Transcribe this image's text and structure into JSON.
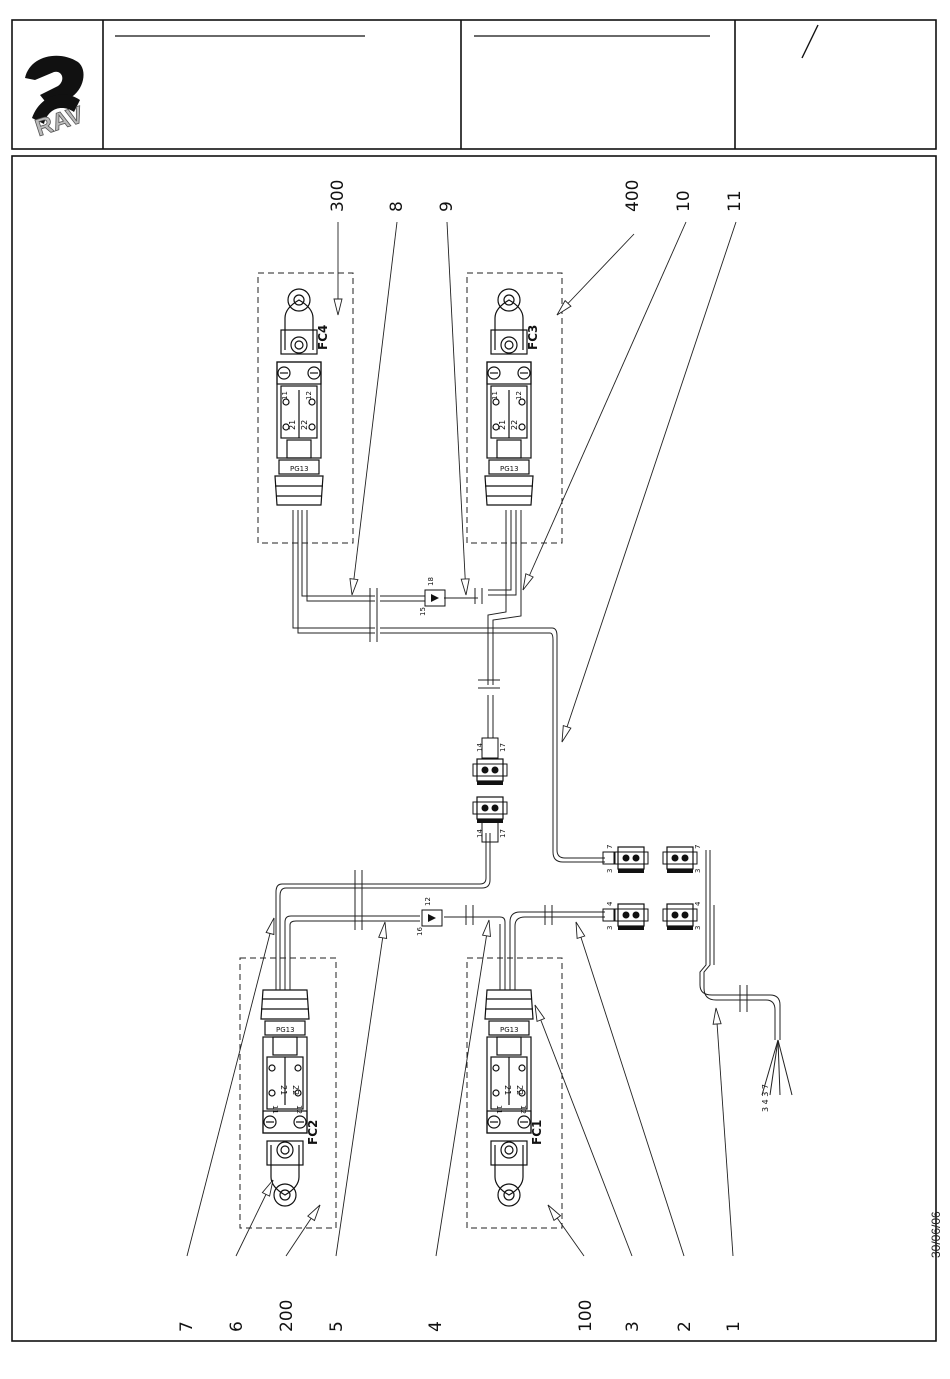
{
  "title_block": {
    "logo_text": "RAV",
    "revision_mark": "/"
  },
  "diagram": {
    "components": [
      {
        "id": "FC1",
        "label": "FC1"
      },
      {
        "id": "FC2",
        "label": "FC2"
      },
      {
        "id": "FC3",
        "label": "FC3"
      },
      {
        "id": "FC4",
        "label": "FC4"
      }
    ],
    "callouts_top": [
      "300",
      "8",
      "9",
      "400",
      "10",
      "11"
    ],
    "callouts_bottom": [
      "7",
      "6",
      "200",
      "5",
      "4",
      "100",
      "3",
      "2",
      "1"
    ],
    "terminal_labels": {
      "switch_top_left": "11",
      "switch_top_right": "12",
      "switch_mid_left": "21",
      "switch_mid_right": "22",
      "switch_side_left": "14",
      "switch_side_right": "24",
      "gland_text": "PG13",
      "j15": "15",
      "j18": "18",
      "j12": "12",
      "j16": "16",
      "c14": "14",
      "c17": "17",
      "p7": "7",
      "p3": "3",
      "p4": "4",
      "wire_ends": "3 4 3 7"
    },
    "date": "30/06/06"
  }
}
